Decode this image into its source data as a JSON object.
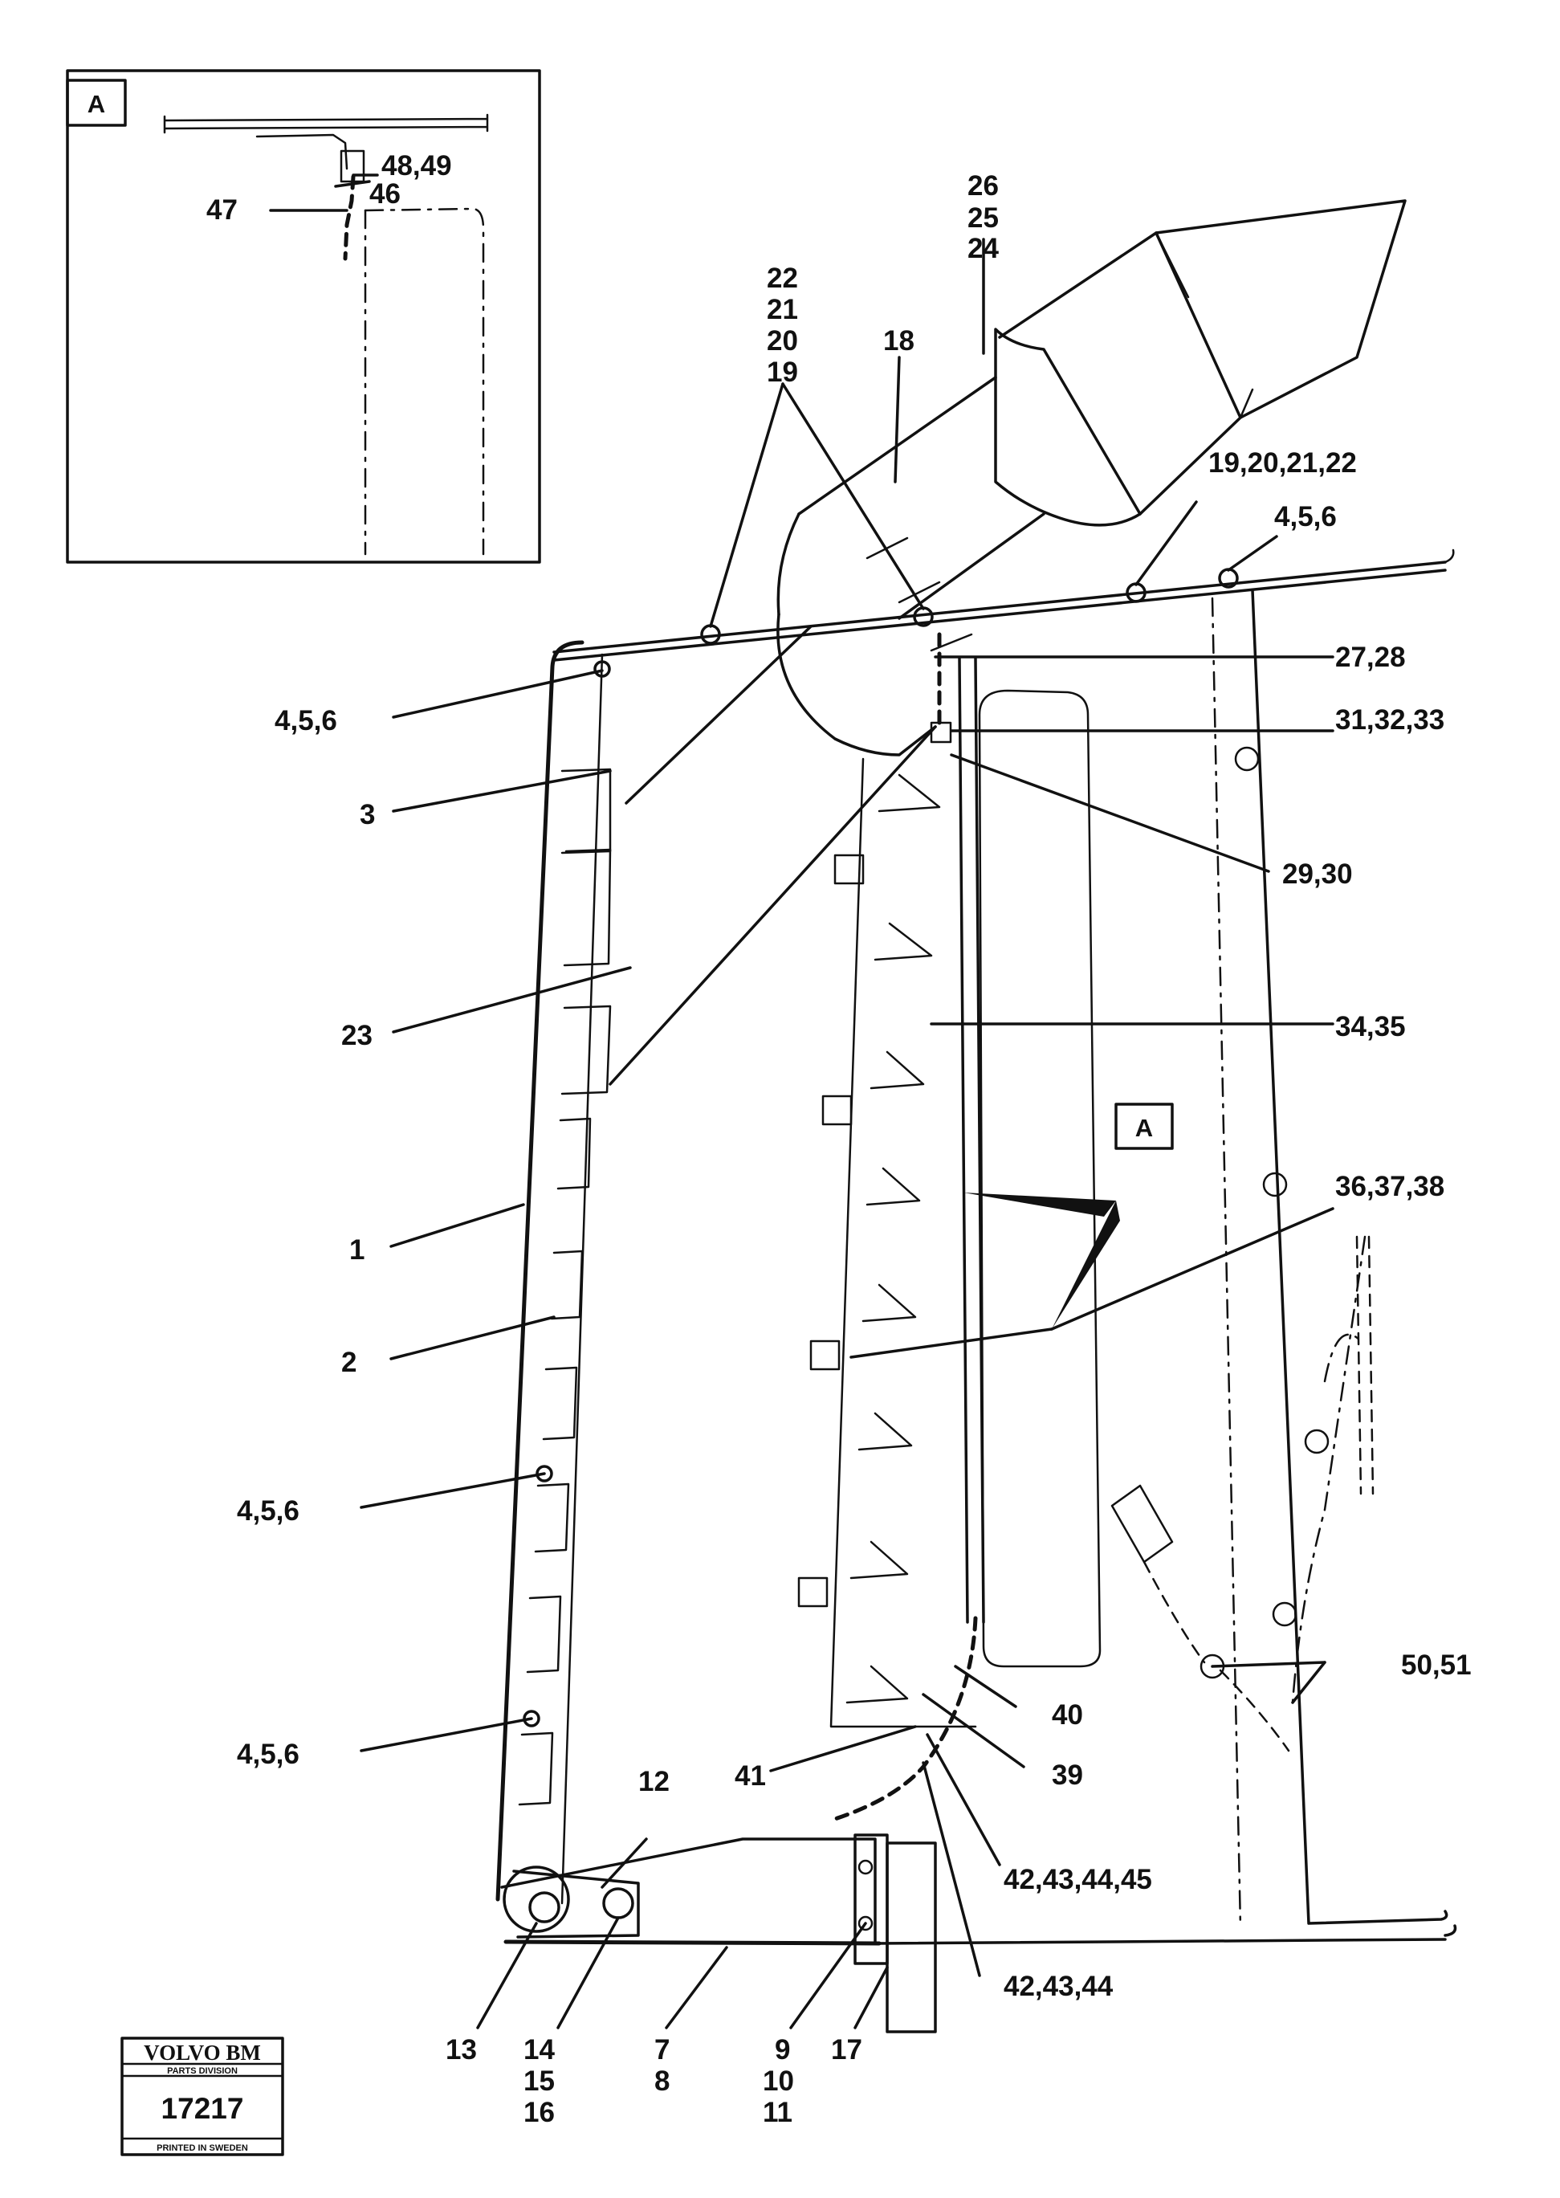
{
  "callouts": {
    "c48_49": "48,49",
    "c46": "46",
    "c47": "47",
    "c26": "26",
    "c25": "25",
    "c24": "24",
    "c22": "22",
    "c21": "21",
    "c20": "20",
    "c19": "19",
    "c18": "18",
    "c19_22": "19,20,21,22",
    "c4_6_top": "4,5,6",
    "c4_6_a": "4,5,6",
    "c27_28": "27,28",
    "c31_33": "31,32,33",
    "c3": "3",
    "c29_30": "29,30",
    "c23": "23",
    "c34_35": "34,35",
    "c1": "1",
    "c36_38": "36,37,38",
    "c2": "2",
    "c4_6_b": "4,5,6",
    "c50_51": "50,51",
    "c40": "40",
    "c4_6_c": "4,5,6",
    "c41": "41",
    "c39": "39",
    "c12": "12",
    "c42_45": "42,43,44,45",
    "c42_44": "42,43,44",
    "c13": "13",
    "c14": "14",
    "c15": "15",
    "c16": "16",
    "c7": "7",
    "c8": "8",
    "c9": "9",
    "c10": "10",
    "c11": "11",
    "c17": "17"
  },
  "detail": {
    "inset_tag": "A",
    "view_tag": "A"
  },
  "stamp": {
    "brand": "VOLVO BM",
    "division": "PARTS DIVISION",
    "number": "17217",
    "printed": "PRINTED IN SWEDEN"
  }
}
